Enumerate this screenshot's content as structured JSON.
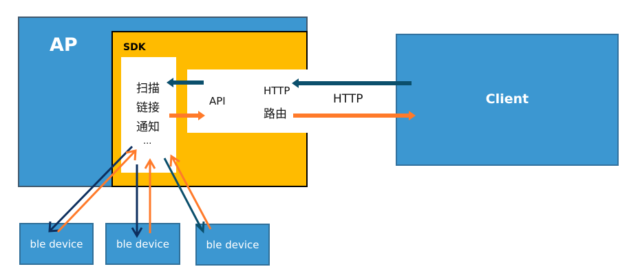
{
  "colors": {
    "ap_fill": "#3c97d1",
    "sdk_fill": "#ffbb00",
    "client_fill": "#3c97d1",
    "request_arrow": "#0b4f6c",
    "response_arrow": "#ff7a2a",
    "ble_down_arrow": "#0d2f5e"
  },
  "ap": {
    "label": "AP"
  },
  "sdk": {
    "label": "SDK",
    "functions": [
      "扫描",
      "链接",
      "通知",
      "..."
    ]
  },
  "api_panel": {
    "api_label": "API",
    "http_route_line1": "HTTP",
    "http_route_line2": "路由"
  },
  "connection": {
    "label": "HTTP"
  },
  "client": {
    "label": "Client"
  },
  "ble_devices": [
    {
      "label": "ble device"
    },
    {
      "label": "ble device"
    },
    {
      "label": "ble device"
    }
  ]
}
